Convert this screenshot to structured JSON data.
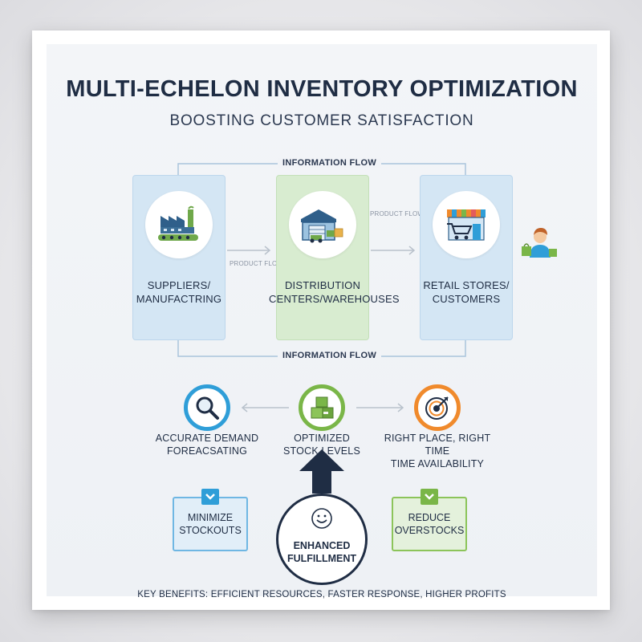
{
  "title": "MULTI-ECHELON INVENTORY OPTIMIZATION",
  "subtitle": "BOOSTING CUSTOMER SATISFACTION",
  "flow": {
    "information_top": "INFORMATION FLOW",
    "information_bottom": "INFORMATION FLOW",
    "product_left": "PRODUCT FLOW",
    "product_right": "PRODUCT FLOW"
  },
  "stages": [
    {
      "line1": "SUPPLIERS/",
      "line2": "MANUFACTRING",
      "icon": "factory-icon"
    },
    {
      "line1": "DISTRIBUTION",
      "line2": "CENTERS/WAREHOUSES",
      "icon": "warehouse-icon"
    },
    {
      "line1": "RETAIL STORES/",
      "line2": "CUSTOMERS",
      "icon": "store-cart-icon"
    }
  ],
  "pillars": [
    {
      "line1": "ACCURATE DEMAND",
      "line2": "FOREACSATING",
      "icon": "magnifier-icon",
      "color": "#2f9ed8"
    },
    {
      "line1": "OPTIMIZED",
      "line2": "STOCK LEVELS",
      "icon": "boxes-icon",
      "color": "#7ab648"
    },
    {
      "line1": "RIGHT PLACE, RIGHT TIME",
      "line2": "TIME AVAILABILITY",
      "icon": "target-icon",
      "color": "#f08a2c"
    }
  ],
  "benefits": {
    "left": {
      "line1": "MINIMIZE",
      "line2": "STOCKOUTS",
      "color": "#2f9ed8"
    },
    "center": {
      "line1": "ENHANCED",
      "line2": "FULFILLMENT"
    },
    "right": {
      "line1": "REDUCE",
      "line2": "OVERSTOCKS",
      "color": "#7ab648"
    }
  },
  "footer": "KEY BENEFITS: EFFICIENT RESOURCES, FASTER RESPONSE, HIGHER PROFITS",
  "colors": {
    "navy": "#1f2d44",
    "blue": "#2f9ed8",
    "green": "#7ab648",
    "orange": "#f08a2c",
    "stage_blue": "#d4e6f4",
    "stage_green": "#d8ecd0"
  }
}
